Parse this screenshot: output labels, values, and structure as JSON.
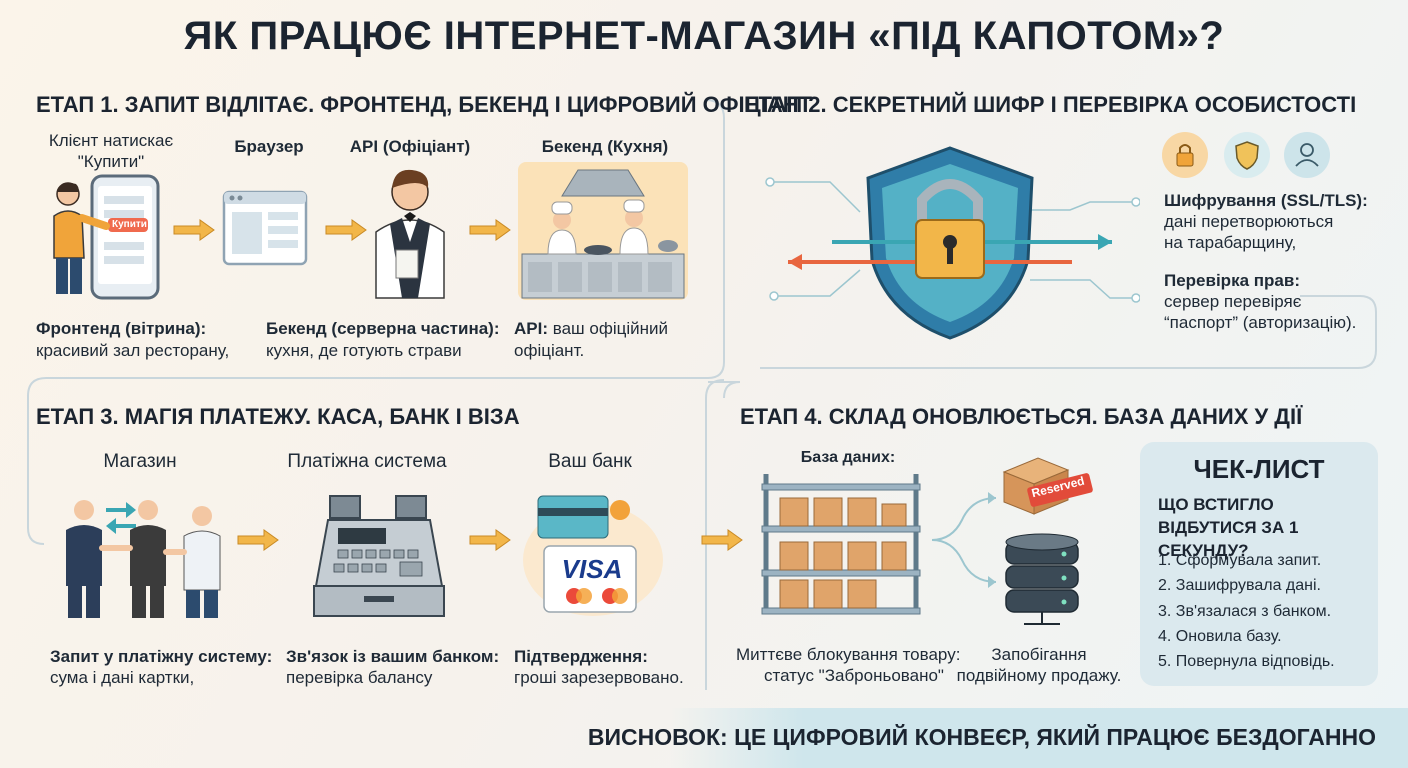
{
  "title": "ЯК ПРАЦЮЄ ІНТЕРНЕТ-МАГАЗИН «ПІД КАПОТОМ»?",
  "stage1": {
    "heading": "ЕТАП 1. ЗАПИТ ВІДЛІТАЄ. ФРОНТЕНД, БЕКЕНД І ЦИФРОВИЙ ОФІЦІАНТ",
    "labels": {
      "client_line1": "Клієнт натискає",
      "client_line2": "\"Купити\"",
      "browser": "Браузер",
      "api": "API (Офіціант)",
      "backend": "Бекенд (Кухня)"
    },
    "phone_button": "Купити",
    "captions": {
      "frontend_title": "Фронтенд (вітрина):",
      "frontend_text": "красивий зал ресторану,",
      "backend_title": "Бекенд (серверна частина):",
      "backend_text": "кухня, де готують страви",
      "api_title": "API:",
      "api_text1": "ваш офіційний",
      "api_text2": "офіціант."
    }
  },
  "stage2": {
    "heading": "ЕТАП 2. СЕКРЕТНИЙ ШИФР І ПЕРЕВІРКА ОСОБИСТОСТІ",
    "encryption_title": "Шифрування (SSL/TLS):",
    "encryption_text1": "дані перетворюються",
    "encryption_text2": "на тарабарщину,",
    "auth_title": "Перевірка прав:",
    "auth_text1": "сервер перевіряє",
    "auth_text2": "“паспорт” (авторизацію)."
  },
  "stage3": {
    "heading": "ЕТАП 3. МАГІЯ ПЛАТЕЖУ. КАСА, БАНК І ВІЗА",
    "labels": {
      "shop": "Магазин",
      "payment": "Платіжна система",
      "bank": "Ваш банк"
    },
    "card_brand": "VISA",
    "captions": {
      "shop_title": "Запит у платіжну систему:",
      "shop_text": "сума і дані картки,",
      "payment_title": "Зв'язок із вашим банком:",
      "payment_text": "перевірка балансу",
      "bank_title": "Підтвердження:",
      "bank_text": "гроші зарезервовано."
    }
  },
  "stage4": {
    "heading": "ЕТАП 4. СКЛАД ОНОВЛЮЄТЬСЯ. БАЗА ДАНИХ У ДІЇ",
    "db_label": "База даних:",
    "reserved_tag": "Reserved",
    "block_title": "Миттєве блокування товару:",
    "block_text": "статус \"Заброньовано\"",
    "prevent_line1": "Запобігання",
    "prevent_line2": "подвійному продажу."
  },
  "checklist": {
    "title": "ЧЕК-ЛИСТ",
    "subtitle": "ЩО ВСТИГЛО ВІДБУТИСЯ ЗА 1 СЕКУНДУ?",
    "items": [
      "1. Сформувала запит.",
      "2. Зашифрувала дані.",
      "3. Зв'язалася з банком.",
      "4. Оновила базу.",
      "5. Повернула відповідь."
    ]
  },
  "conclusion": "ВИСНОВОК: ЦЕ ЦИФРОВИЙ КОНВЕЄР, ЯКИЙ ПРАЦЮЄ БЕЗДОГАННО",
  "icons": [
    "lock-icon",
    "shield-icon",
    "user-icon",
    "arrow-right-icon",
    "visa-card-icon",
    "cash-register-icon",
    "database-icon",
    "shelf-icon",
    "chef-kitchen-icon",
    "waiter-icon",
    "browser-icon",
    "phone-icon"
  ],
  "colors": {
    "accent_orange": "#f0a43a",
    "teal": "#3aa6b3",
    "shield_blue": "#2f7da8",
    "lock_gold": "#f2b649",
    "outline": "#c9d6dc"
  }
}
